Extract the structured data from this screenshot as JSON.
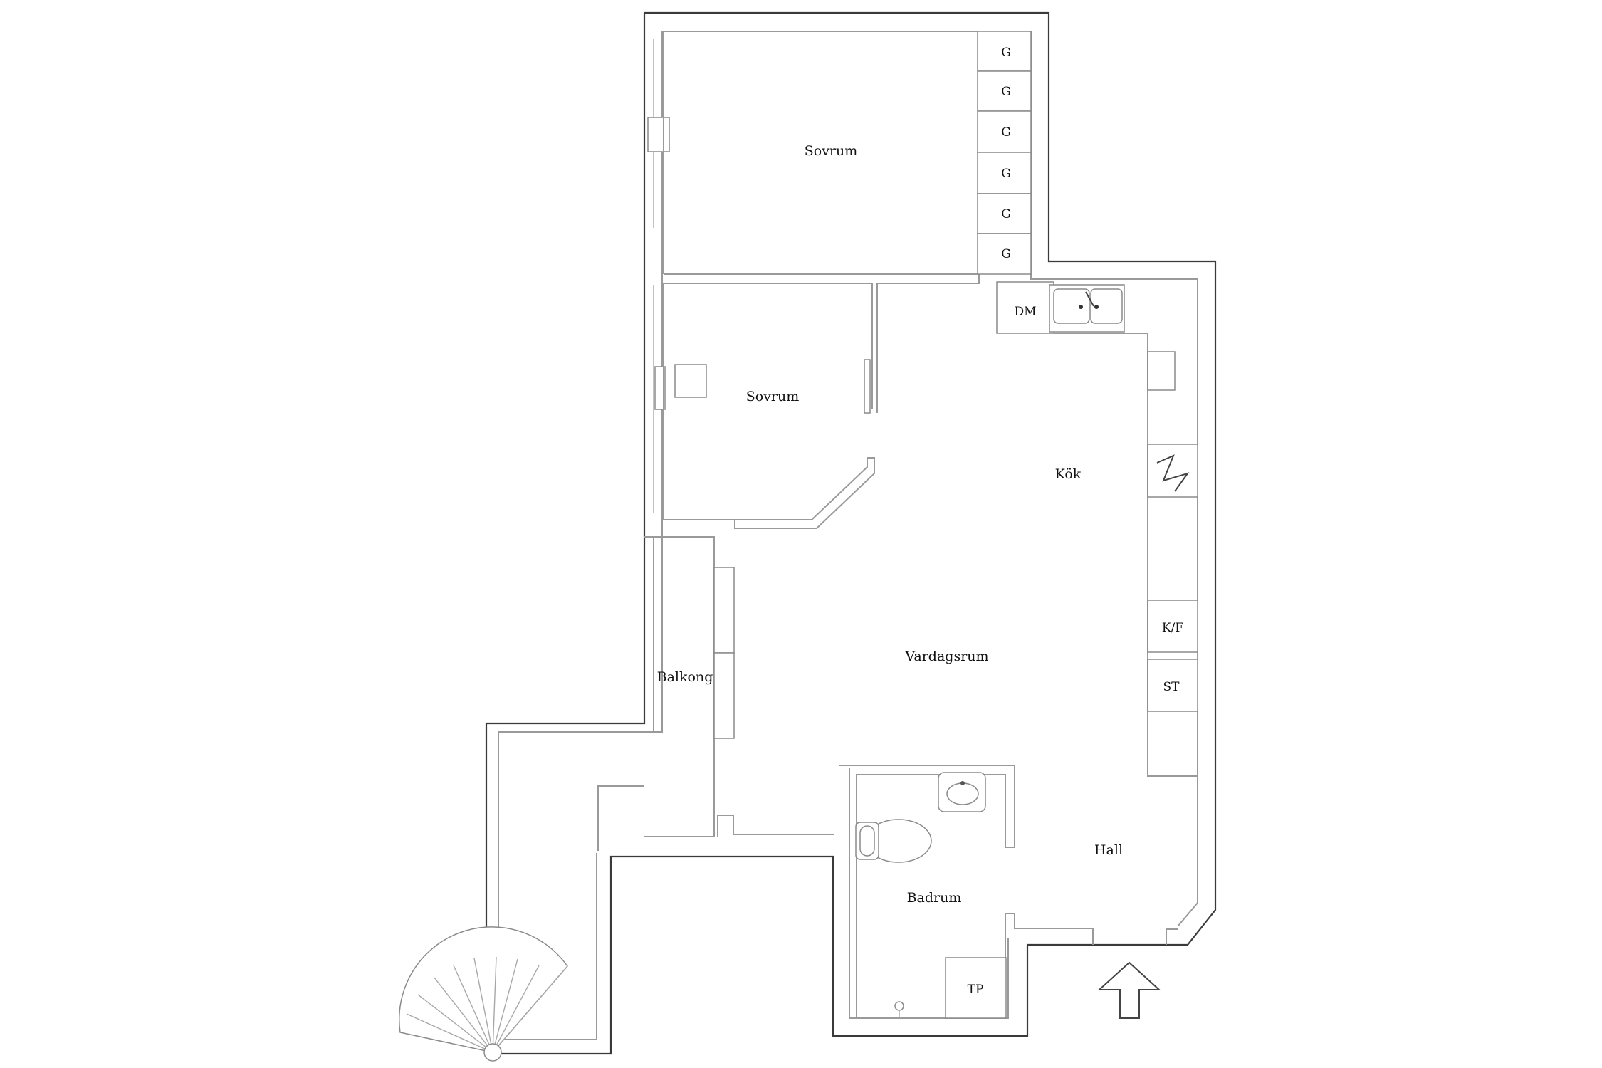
{
  "rooms": {
    "sovrum_1": "Sovrum",
    "sovrum_2": "Sovrum",
    "kok": "Kök",
    "vardagsrum": "Vardagsrum",
    "balkong": "Balkong",
    "hall": "Hall",
    "badrum": "Badrum"
  },
  "fixtures": {
    "wardrobe": [
      "G",
      "G",
      "G",
      "G",
      "G",
      "G"
    ],
    "dishwasher": "DM",
    "fridge_freezer": "K/F",
    "storage": "ST",
    "laundry": "TP"
  }
}
